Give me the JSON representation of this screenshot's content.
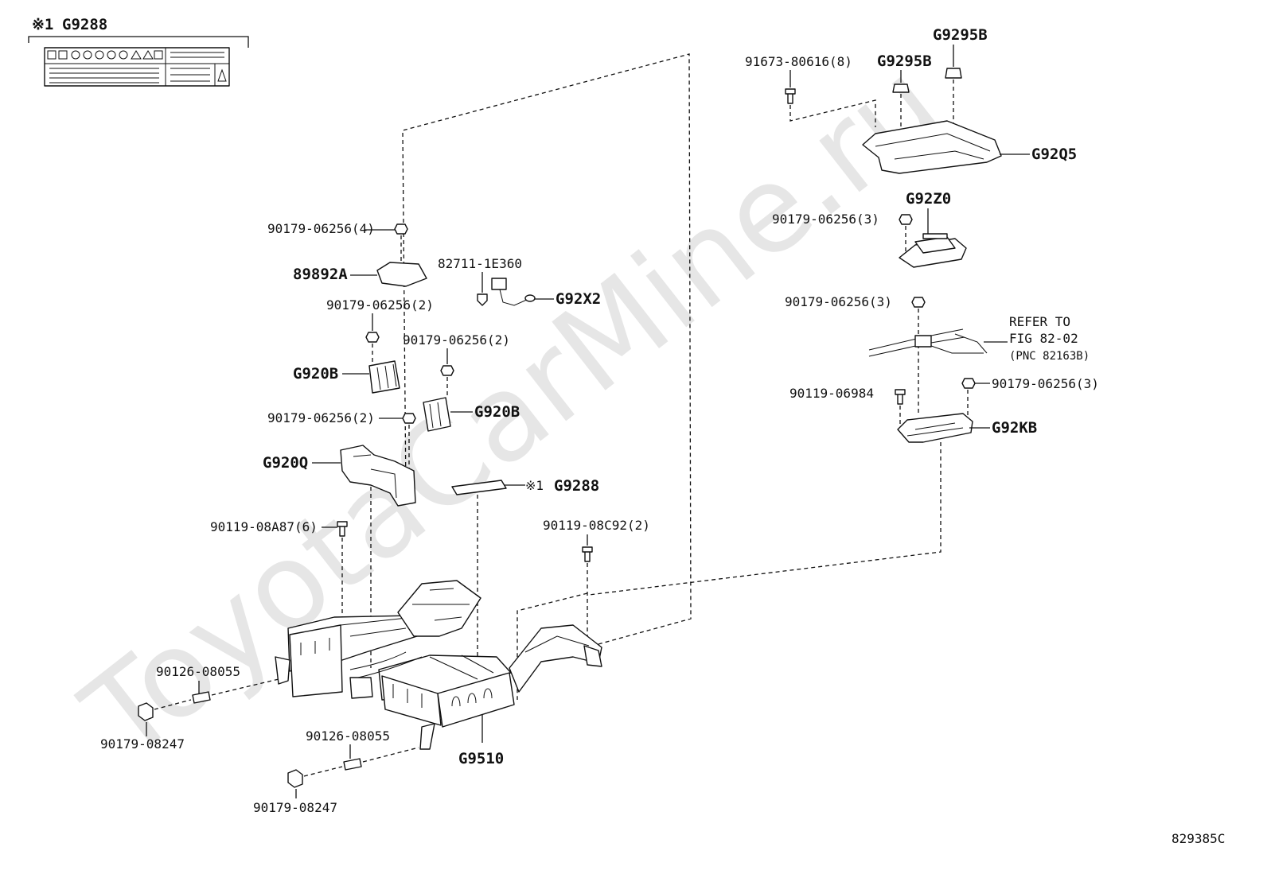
{
  "watermark": "ToyotaCarMine.ru",
  "figure_id": "829385C",
  "legend_label": {
    "mark": "※1",
    "part": "G9288"
  },
  "labels": {
    "l_9167380616": "91673-80616(8)",
    "l_g9295b_a": "G9295B",
    "l_g9295b_b": "G9295B",
    "l_g92q5": "G92Q5",
    "l_g92z0": "G92Z0",
    "l_0625_3a": "90179-06256(3)",
    "l_0625_3b": "90179-06256(3)",
    "l_refer1": "REFER TO",
    "l_refer2": "FIG 82-02",
    "l_refer3": "(PNC 82163B)",
    "l_9011906984": "90119-06984",
    "l_0625_3c": "90179-06256(3)",
    "l_g92kb": "G92KB",
    "l_0625_4": "90179-06256(4)",
    "l_89892a": "89892A",
    "l_827111e360": "82711-1E360",
    "l_g92x2": "G92X2",
    "l_0625_2a": "90179-06256(2)",
    "l_g920b_a": "G920B",
    "l_0625_2b": "90179-06256(2)",
    "l_g920b_b": "G920B",
    "l_0625_2c": "90179-06256(2)",
    "l_g920q": "G920Q",
    "l_g9288_mark": "※1",
    "l_g9288": "G9288",
    "l_08a87": "90119-08A87(6)",
    "l_08c92": "90119-08C92(2)",
    "l_08055a": "90126-08055",
    "l_08247a": "90179-08247",
    "l_08055b": "90126-08055",
    "l_08247b": "90179-08247",
    "l_g9510": "G9510"
  }
}
